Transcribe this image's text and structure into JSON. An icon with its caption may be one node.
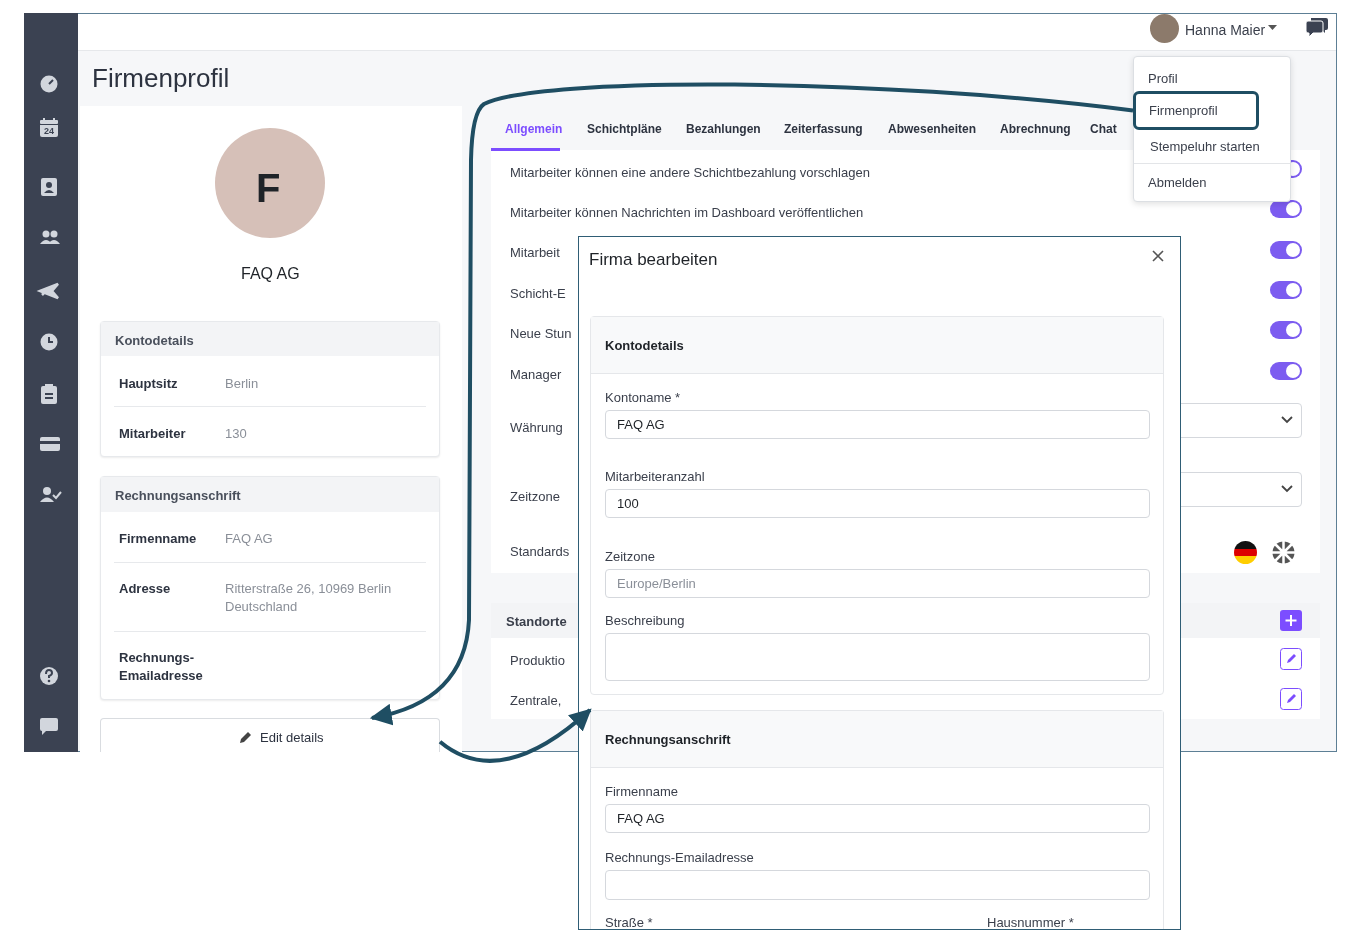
{
  "diagram": {
    "nodes": [
      {
        "text": [
          "Firmenprofil"
        ]
      },
      {
        "text": [
          "Edit details"
        ]
      },
      {
        "text": [
          "Firma bearbeiten"
        ]
      },
      {
        "text": [
          "Kontodetails",
          "Kontoname *",
          "FAQ AG",
          "Mitarbeiteranzahl",
          "100",
          "Zeitzone",
          "Europe/Berlin",
          "Beschreibung"
        ],
        "in": 2
      },
      {
        "text": [
          "Rechnungsanschrift",
          "Firmenname",
          "FAQ AG",
          "Rechnungs-Emailadresse",
          "Straße *",
          "Hausnummer *"
        ],
        "in": 2
      }
    ],
    "edges": [
      {
        "from": 0,
        "to": 1,
        "arrow": "to"
      },
      {
        "from": 1,
        "to": 4,
        "arrow": "to"
      }
    ],
    "labels": [
      "24",
      "Hanna Maier",
      "Firmenprofil",
      "Profil",
      "Stempeluhr starten",
      "Abmelden",
      "F",
      "FAQ AG",
      "Kontodetails",
      "Hauptsitz",
      "Berlin",
      "Mitarbeiter",
      "130",
      "Rechnungsanschrift",
      "Firmenname",
      "FAQ AG",
      "Adresse",
      "Ritterstraße 26, 10969 Berlin Deutschland",
      "Rechnungs- Emailadresse",
      "Allgemein",
      "Schichtpläne",
      "Bezahlungen",
      "Zeiterfassung",
      "Abwesenheiten",
      "Abrechnung",
      "Chat",
      "Mitarbeiter können eine andere Schichtbezahlung vorschlagen",
      "Mitarbeiter können Nachrichten im Dashboard veröffentlichen",
      "Mitarbeit",
      "Schicht-E",
      "Neue Stun",
      "Manager",
      "Währung",
      "Zeitzone",
      "Standards",
      "Standorte",
      "Produktio",
      "Zentrale,"
    ]
  }
}
